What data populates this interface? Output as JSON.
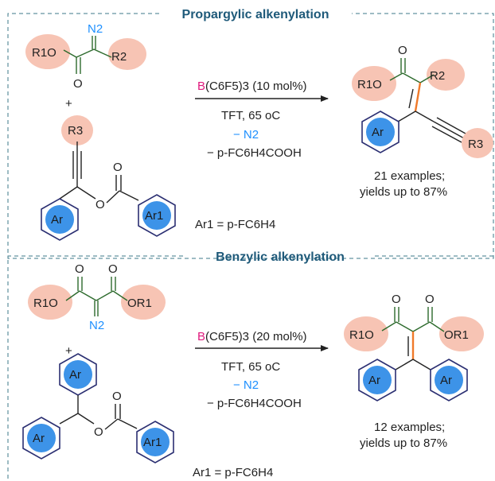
{
  "colors": {
    "title": "#1f5a7a",
    "frame": "#3d7a8a",
    "aryl_fill": "#3d93e8",
    "r_group_fill": "#f7c4b4",
    "green_bond": "#2c6a2c",
    "ring_stroke": "#2b2f72",
    "boron": "#e0197d",
    "n2": "#1e90ff",
    "new_bond": "#f07a2a"
  },
  "panel1": {
    "title": "Propargylic alkenylation",
    "plus": "+",
    "diazo": {
      "ester": "R1O",
      "r2": "R2",
      "o": "O",
      "n2": "N2"
    },
    "alkyne": {
      "r3": "R3",
      "ar": "Ar",
      "ar1": "Ar1",
      "o1": "O",
      "o2": "O"
    },
    "conditions": {
      "boron": "B",
      "catalyst_rest": "(C6F5)3 (10 mol%)",
      "solvent_temp": "TFT, 65 oC",
      "minus_n2": "− N2",
      "minus_acid": "− p-FC6H4COOH"
    },
    "product": {
      "ester": "R1O",
      "r2": "R2",
      "o": "O",
      "ar": "Ar",
      "r3": "R3"
    },
    "note": "Ar1 = p-FC6H4",
    "examples": "21 examples;",
    "yields": "yields up to 87%"
  },
  "panel2": {
    "title": "Benzylic alkenylation",
    "plus": "+",
    "diazo": {
      "ester_left": "R1O",
      "ester_right": "OR1",
      "o1": "O",
      "o2": "O",
      "n2": "N2"
    },
    "benzhydryl": {
      "ar_top": "Ar",
      "ar_left": "Ar",
      "ar1": "Ar1",
      "o1": "O",
      "o2": "O"
    },
    "conditions": {
      "boron": "B",
      "catalyst_rest": "(C6F5)3 (20 mol%)",
      "solvent_temp": "TFT, 65 oC",
      "minus_n2": "− N2",
      "minus_acid": "− p-FC6H4COOH"
    },
    "product": {
      "ester_left": "R1O",
      "ester_right": "OR1",
      "o1": "O",
      "o2": "O",
      "ar_left": "Ar",
      "ar_right": "Ar"
    },
    "note": "Ar1 = p-FC6H4",
    "examples": "12 examples;",
    "yields": "yields up to 87%"
  }
}
